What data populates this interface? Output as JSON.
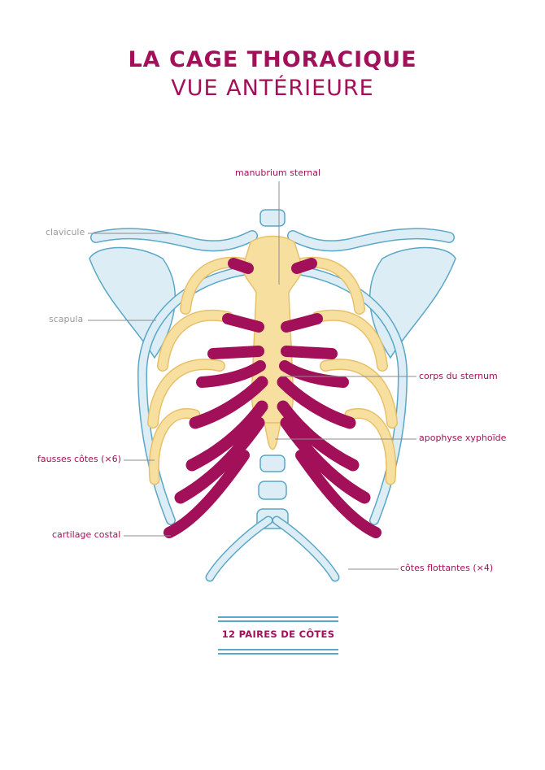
{
  "title": "LA CAGE THORACIQUE",
  "subtitle": "VUE ANTÉRIEURE",
  "labels": {
    "manubrium": "manubrium sternal",
    "clavicule": "clavicule",
    "scapula": "scapula",
    "corps_sternum": "corps du sternum",
    "xiphoide": "apophyse xyphoïde",
    "fausses_cotes": "fausses côtes (×6)",
    "cartilage": "cartilage costal",
    "flottantes": "côtes flottantes (×4)"
  },
  "footer": "12 PAIRES DE CÔTES",
  "colors": {
    "magenta": "#a3105a",
    "bone_yellow": "#f7dfa0",
    "bone_blue_fill": "#dcedf5",
    "bone_outline": "#5aa7c7",
    "leader_line": "#8c8c8c"
  }
}
